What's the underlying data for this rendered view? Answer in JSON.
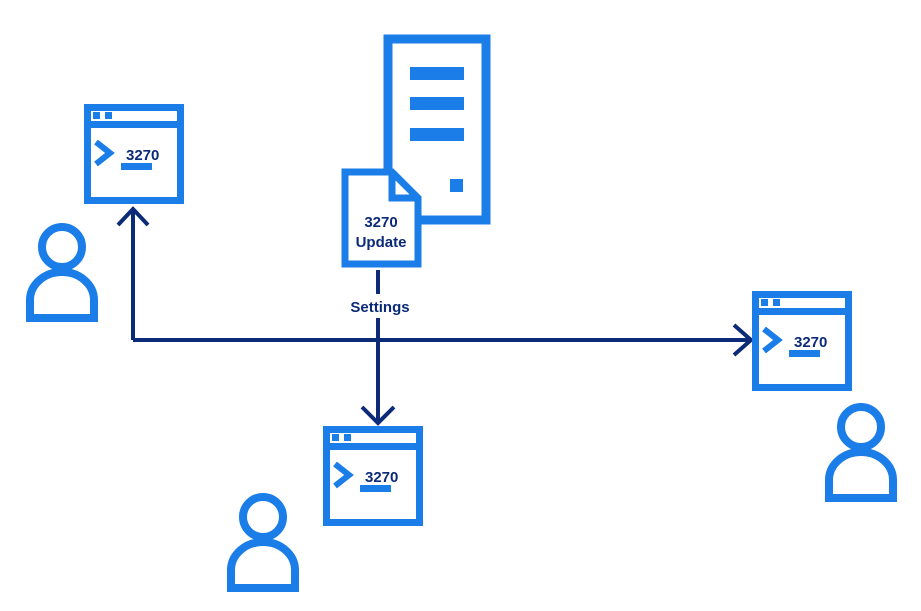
{
  "colors": {
    "icon_blue": "#1a7de8",
    "connector_navy": "#0b2a78",
    "background": "#ffffff"
  },
  "server": {
    "icon": "server-icon"
  },
  "document": {
    "icon": "document-icon",
    "line1": "3270",
    "line2": "Update"
  },
  "connector": {
    "label": "Settings"
  },
  "terminals": [
    {
      "label": "3270",
      "icon": "terminal-window-icon"
    },
    {
      "label": "3270",
      "icon": "terminal-window-icon"
    },
    {
      "label": "3270",
      "icon": "terminal-window-icon"
    }
  ],
  "users": [
    {
      "icon": "user-icon"
    },
    {
      "icon": "user-icon"
    },
    {
      "icon": "user-icon"
    }
  ]
}
